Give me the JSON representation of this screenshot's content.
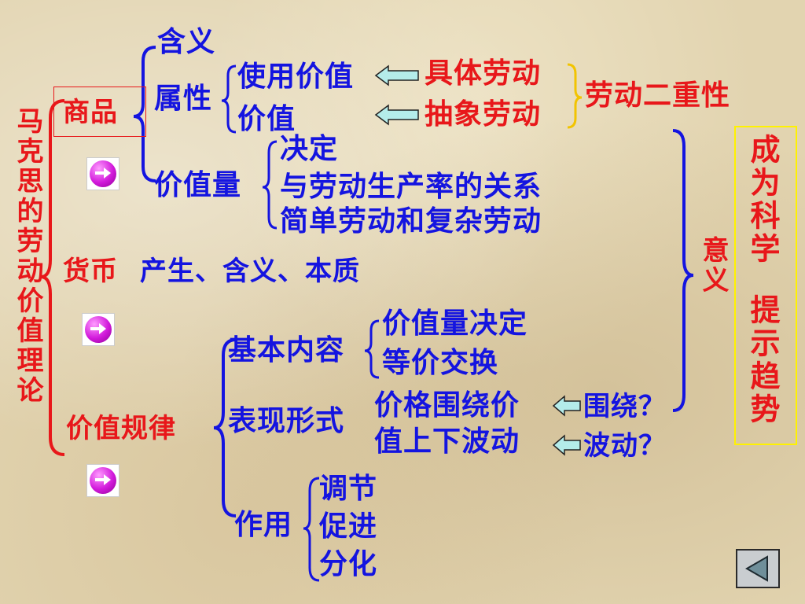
{
  "root": {
    "title": "马克思的劳动价值理论"
  },
  "commodity": {
    "label": "商品",
    "meaning": "含义",
    "attribute": "属性",
    "use_value": "使用价值",
    "value": "价值",
    "concrete_labor": "具体劳动",
    "abstract_labor": "抽象劳动",
    "dual_nature": "劳动二重性",
    "magnitude": "价值量",
    "magnitude_items": [
      "决定",
      "与劳动生产率的关系",
      "简单劳动和复杂劳动"
    ]
  },
  "money": {
    "label": "货币",
    "desc": "产生、含义、本质"
  },
  "law_of_value": {
    "label": "价值规律",
    "basic_content": "基本内容",
    "basic_items": [
      "价值量决定",
      "等价交换"
    ],
    "form": "表现形式",
    "form_text_lines": [
      "价格围绕价",
      "值上下波动"
    ],
    "around_q": "围绕？",
    "fluctuate_q": "波动？",
    "function": "作用",
    "function_items": [
      "调节",
      "促进",
      "分化"
    ]
  },
  "significance": {
    "label": "意义",
    "text_col1": "成为科学",
    "text_col2": "提示趋势"
  },
  "colors": {
    "blue": "#1414e0",
    "red": "#e8171a",
    "yellow_border": "#fff200",
    "arrow_fill": "#b4ecea",
    "bracket_red": "#e8171a",
    "bracket_blue": "#1414e0"
  },
  "icons": [
    "link-arrow-button-icon",
    "back-nav-icon"
  ]
}
